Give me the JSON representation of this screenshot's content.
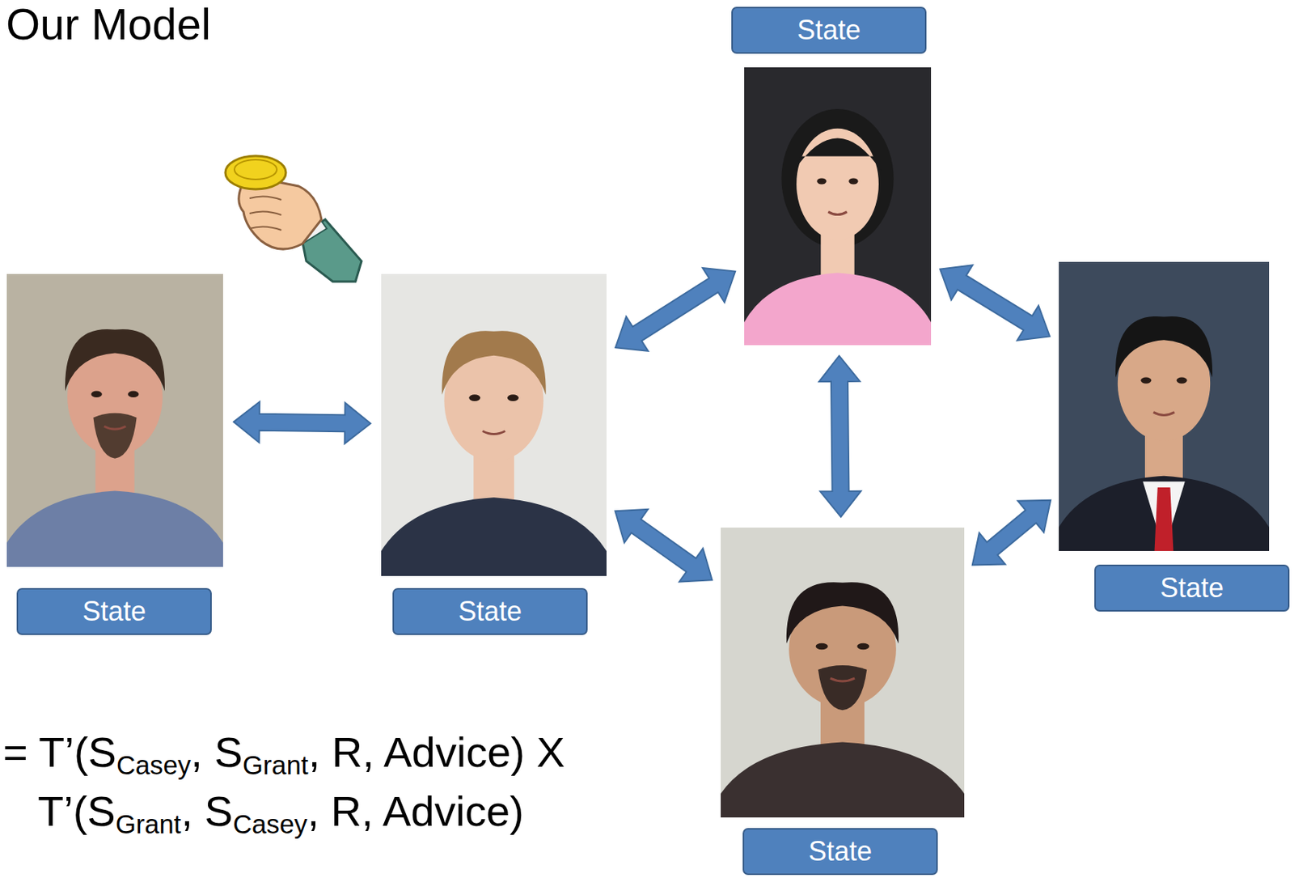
{
  "diagram": {
    "title": "Our Model",
    "nodes": [
      {
        "text": [
          "State"
        ]
      },
      {
        "text": [
          "State"
        ]
      },
      {
        "text": [
          "State"
        ]
      },
      {
        "text": [
          "State"
        ]
      },
      {
        "text": [
          "State"
        ]
      }
    ],
    "edges": [
      {
        "from": 0,
        "to": 1,
        "arrow": "both"
      },
      {
        "from": 1,
        "to": 2,
        "arrow": "both"
      },
      {
        "from": 2,
        "to": 3,
        "arrow": "both"
      },
      {
        "from": 2,
        "to": 4,
        "arrow": "both"
      },
      {
        "from": 1,
        "to": 4,
        "arrow": "both"
      },
      {
        "from": 4,
        "to": 3,
        "arrow": "both"
      }
    ],
    "labels": [
      "= T’(SCasey, SGrant, R, Advice) X",
      "T’(SGrant, SCasey, R, Advice)"
    ]
  }
}
